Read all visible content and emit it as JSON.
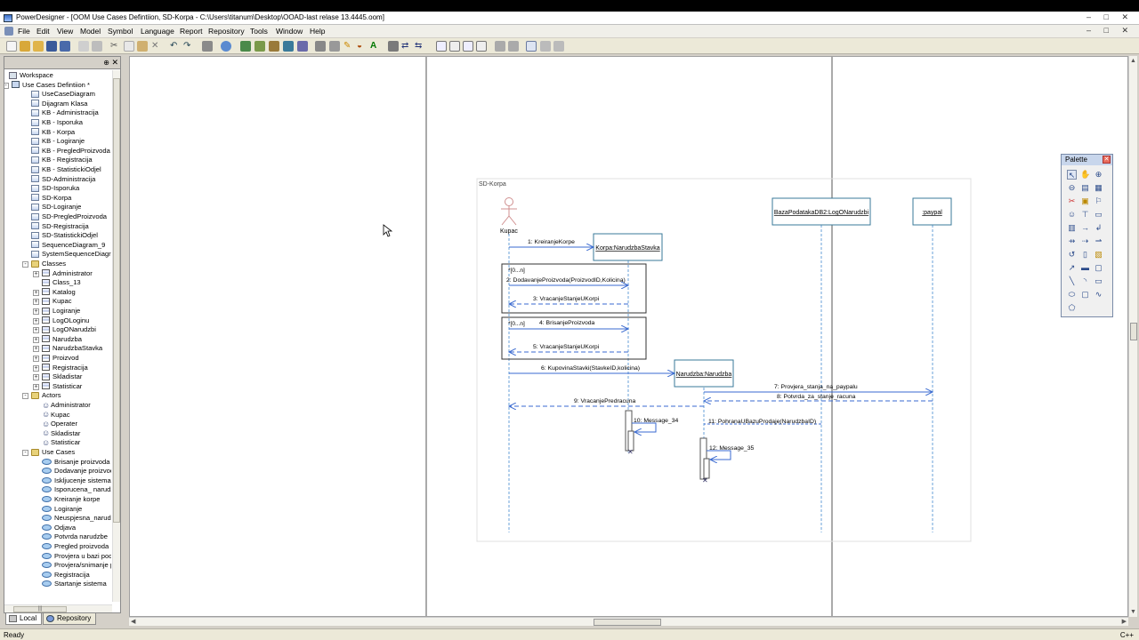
{
  "window": {
    "title": "PowerDesigner - [OOM Use Cases Defintiion, SD-Korpa - C:\\Users\\titanum\\Desktop\\OOAD-last relase 13.4445.oom]"
  },
  "menu": {
    "items": [
      "File",
      "Edit",
      "View",
      "Model",
      "Symbol",
      "Language",
      "Report",
      "Repository",
      "Tools",
      "Window",
      "Help"
    ]
  },
  "browser": {
    "tabs": [
      "Local",
      "Repository"
    ],
    "workspace": "Workspace",
    "model": "Use Cases Defintiion *",
    "diagrams": [
      "UseCaseDiagram",
      "Dijagram Klasa",
      "KB - Administracija",
      "KB - Isporuka",
      "KB - Korpa",
      "KB - Logiranje",
      "KB - PregledProizvoda",
      "KB - Registracija",
      "KB - StatistickiOdjel",
      "SD-Administracija",
      "SD-Isporuka",
      "SD-Korpa",
      "SD-Logiranje",
      "SD-PregledProizvoda",
      "SD-Registracija",
      "SD-StatistickiOdjel",
      "SequenceDiagram_9",
      "SystemSequenceDiagr"
    ],
    "classes_folder": "Classes",
    "classes": [
      "Administrator",
      "Class_13",
      "Katalog",
      "Kupac",
      "Logiranje",
      "LogOLoginu",
      "LogONarudzbi",
      "Narudzba",
      "NarudzbaStavka",
      "Proizvod",
      "Registracija",
      "Skladistar",
      "Statisticar"
    ],
    "actors_folder": "Actors",
    "actors": [
      "Administrator",
      "Kupac",
      "Operater",
      "Skladistar",
      "Statisticar"
    ],
    "usecases_folder": "Use Cases",
    "usecases": [
      "Brisanje proizvoda",
      "Dodavanje proizvoda",
      "Iskljucenje sistema",
      "Isporucena_ narudz",
      "Kreiranje korpe",
      "Logiranje",
      "Neuspjesna_narudz",
      "Odjava",
      "Potvrda narudzbe",
      "Pregled proizvoda",
      "Provjera u bazi pod",
      "Provjera/snimanje p",
      "Registracija",
      "Startanje sistema"
    ]
  },
  "diagram": {
    "frame_label": "SD-Korpa",
    "actor": "Kupac",
    "objects": [
      "Korpa:NarudzbaStavka",
      "Narudzba:Narudzba",
      "BazaPodatakaDB2:LogONarudzbi",
      ":paypal"
    ],
    "fragments": [
      "*[0...n]",
      "*[0...n]"
    ],
    "messages": [
      "1: KreiranjeKorpe",
      "2: DodavanjeProizvoda(ProizvodID,Kolicina)",
      "3: VracanjeStanjeUKorpi",
      "4: BrisanjeProizvoda",
      "5: VracanjeStanjeUKorpi",
      "6: KupovinaStavki(StavkeID,kolicina)",
      "7: Provjera_stanja_na_paypalu",
      "8: Potvrda_za_stanje_racuna",
      "9: VracanjePredracuna",
      "10: Message_34",
      "11: PohranaUBazuProdaje(NarudzbaID)",
      "12: Message_35"
    ]
  },
  "palette": {
    "title": "Palette"
  },
  "status": {
    "text": "Ready",
    "language": "C++"
  }
}
